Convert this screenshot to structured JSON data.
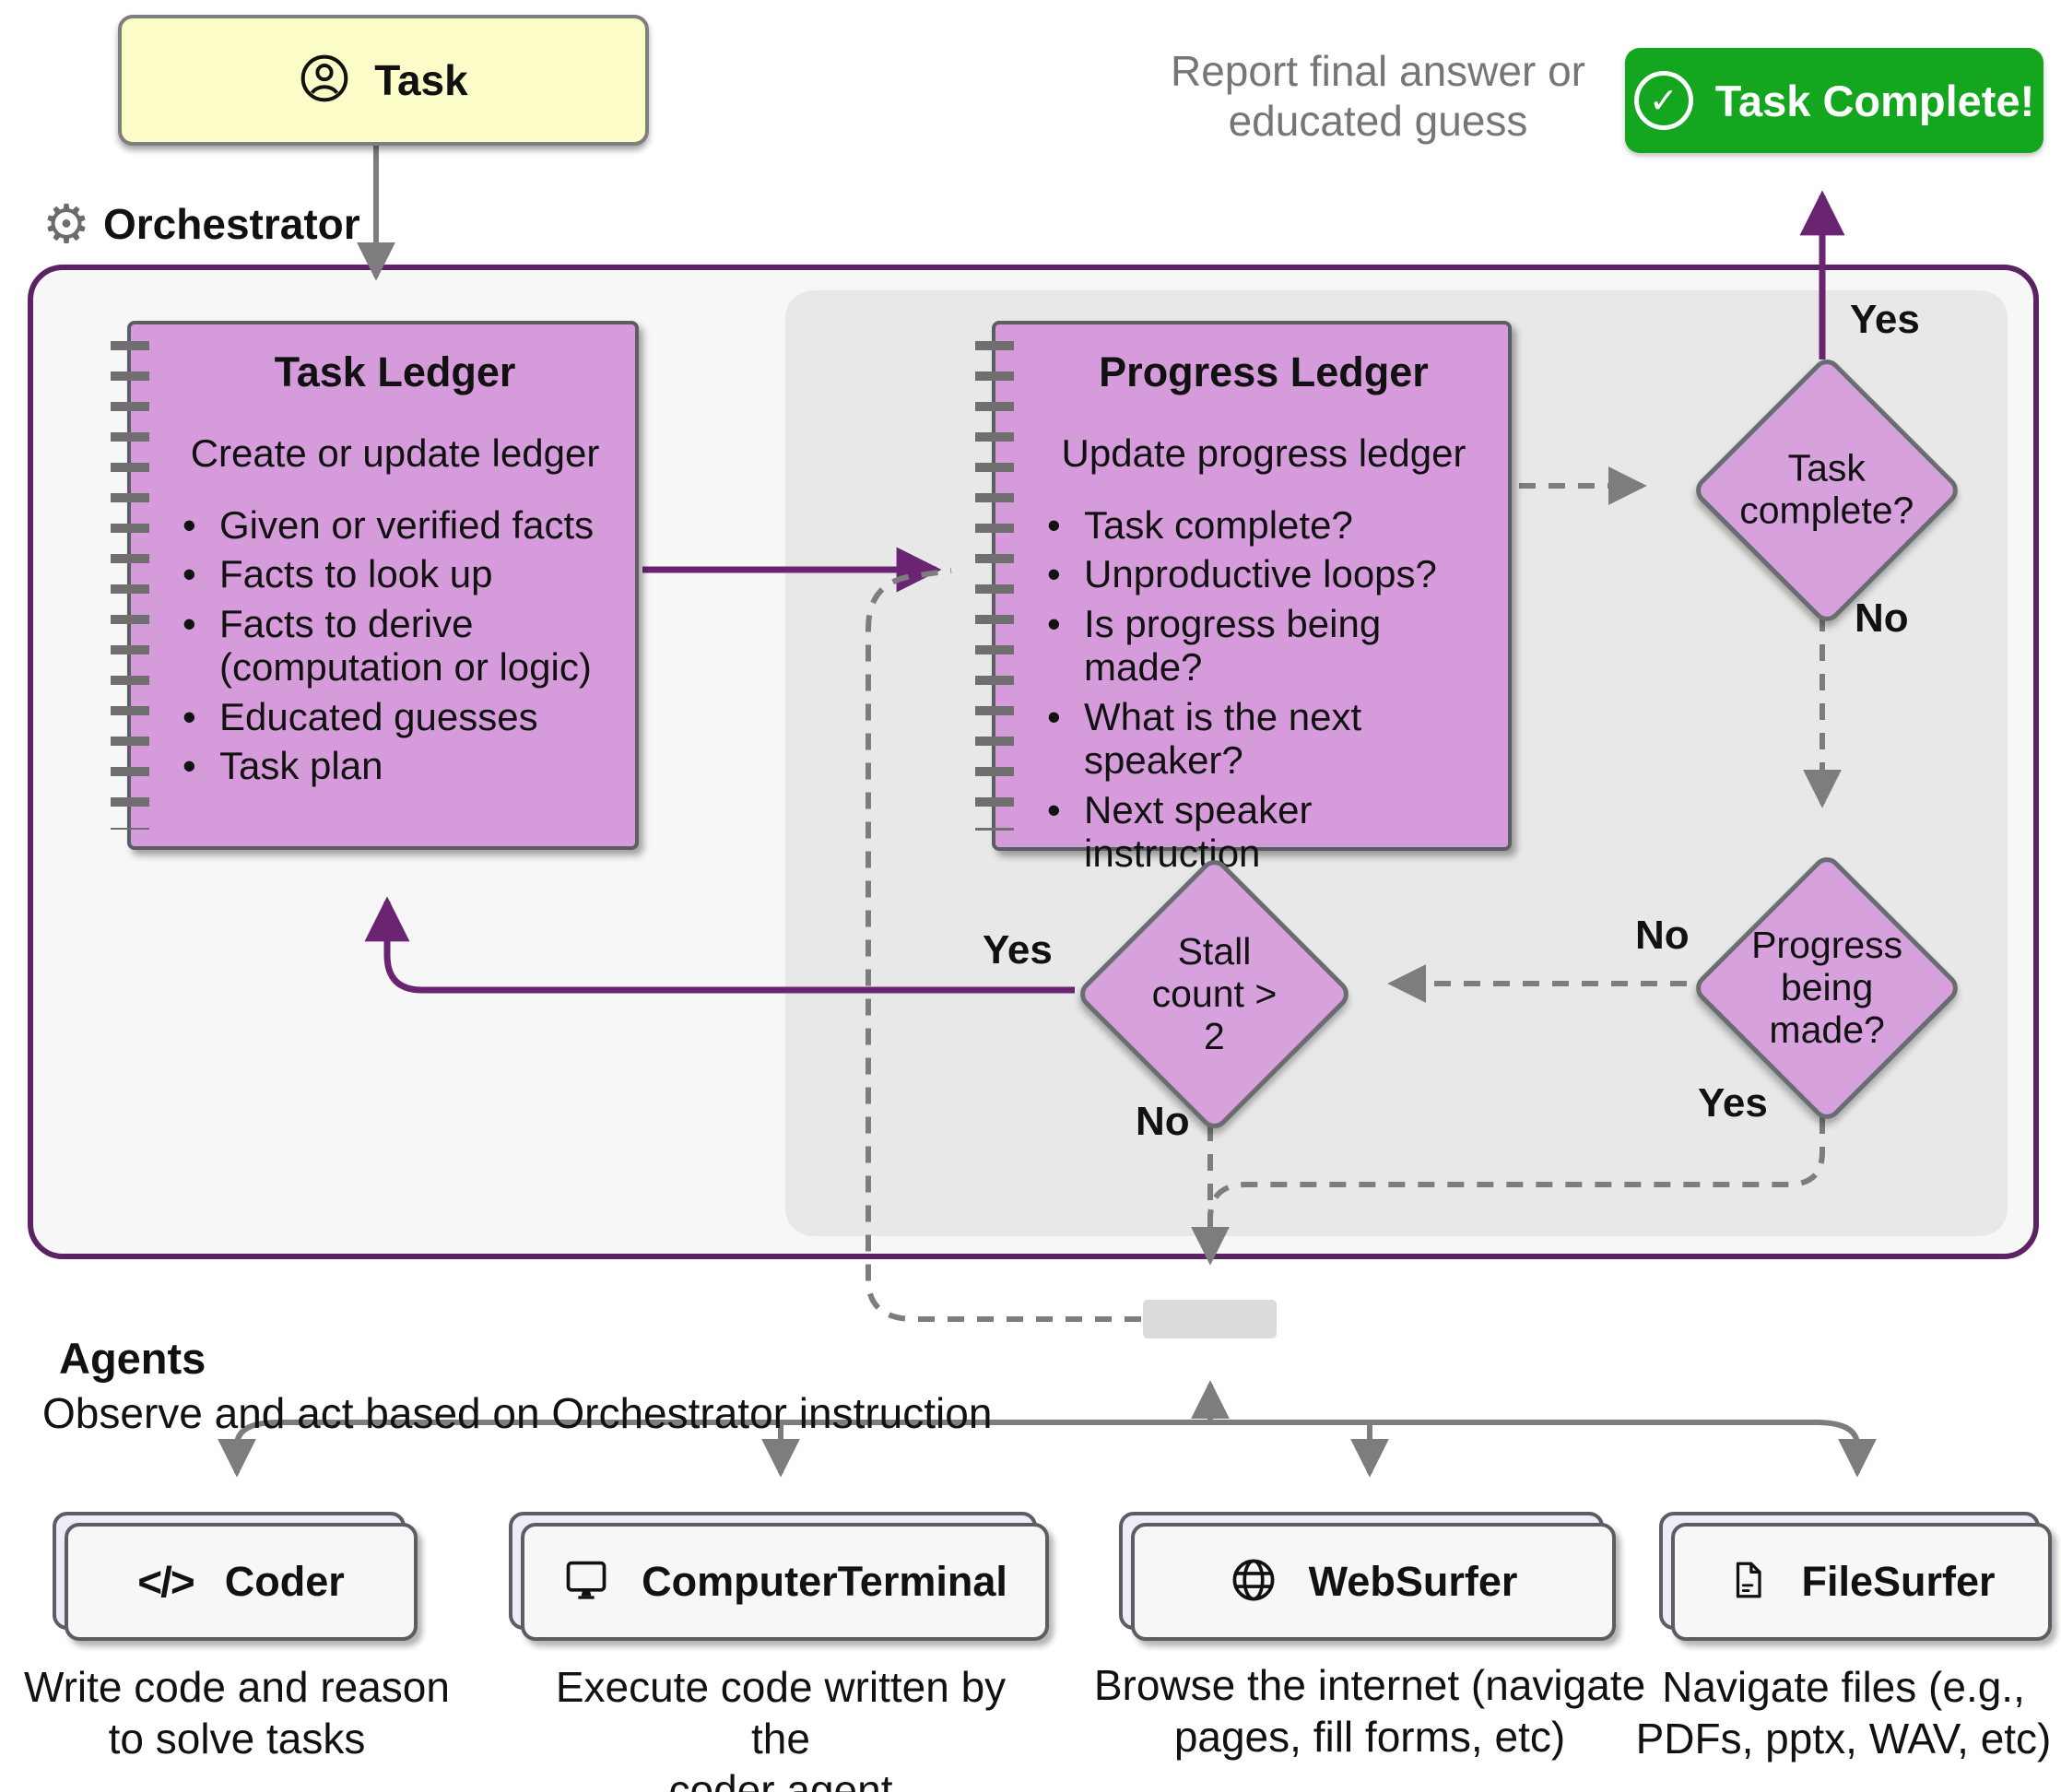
{
  "task_box": {
    "label": "Task",
    "icon": "person-icon",
    "fill": "#FCFCC9"
  },
  "orchestrator": {
    "label": "Orchestrator",
    "icon": "gear-icon"
  },
  "report_caption": "Report final answer or\neducated guess",
  "complete_button": {
    "label": "Task Complete!",
    "icon": "check-circle-icon",
    "color": "#14A61F"
  },
  "task_ledger": {
    "title": "Task Ledger",
    "intro": "Create or update ledger",
    "bullets": [
      "Given or verified facts",
      "Facts to look up",
      "Facts to derive\n(computation or logic)",
      "Educated guesses",
      "Task plan"
    ]
  },
  "progress_ledger": {
    "title": "Progress Ledger",
    "intro": "Update progress ledger",
    "bullets": [
      "Task complete?",
      "Unproductive loops?",
      "Is progress being\nmade?",
      "What is the next\nspeaker?",
      "Next speaker instruction"
    ]
  },
  "decisions": {
    "task_complete": {
      "label": "Task\ncomplete?",
      "yes": "Yes",
      "no": "No"
    },
    "progress_made": {
      "label": "Progress\nbeing\nmade?",
      "yes": "Yes",
      "no": "No"
    },
    "stall_count": {
      "label": "Stall\ncount >\n2",
      "yes": "Yes",
      "no": "No"
    }
  },
  "agents_section": {
    "title": "Agents",
    "subtitle": "Observe and act based on Orchestrator instruction"
  },
  "agents": [
    {
      "name": "Coder",
      "icon": "code-icon",
      "description": "Write code and reason\nto solve tasks"
    },
    {
      "name": "ComputerTerminal",
      "icon": "monitor-icon",
      "description": "Execute code written by the\ncoder agent"
    },
    {
      "name": "WebSurfer",
      "icon": "globe-icon",
      "description": "Browse the internet (navigate\npages, fill forms, etc)"
    },
    {
      "name": "FileSurfer",
      "icon": "file-icon",
      "description": "Navigate files (e.g.,\nPDFs, pptx, WAV, etc)"
    }
  ],
  "colors": {
    "container_border": "#5C2364",
    "arrow_purple": "#6A2472",
    "line_gray": "#7D7D7D",
    "ledger_fill": "#D69BDB",
    "diamond_fill": "#D6A1DC",
    "inner_panel": "#E8E8E8",
    "outer_panel": "#F7F7F7",
    "task_yellow": "#FCFCC9",
    "green": "#14A61F"
  }
}
